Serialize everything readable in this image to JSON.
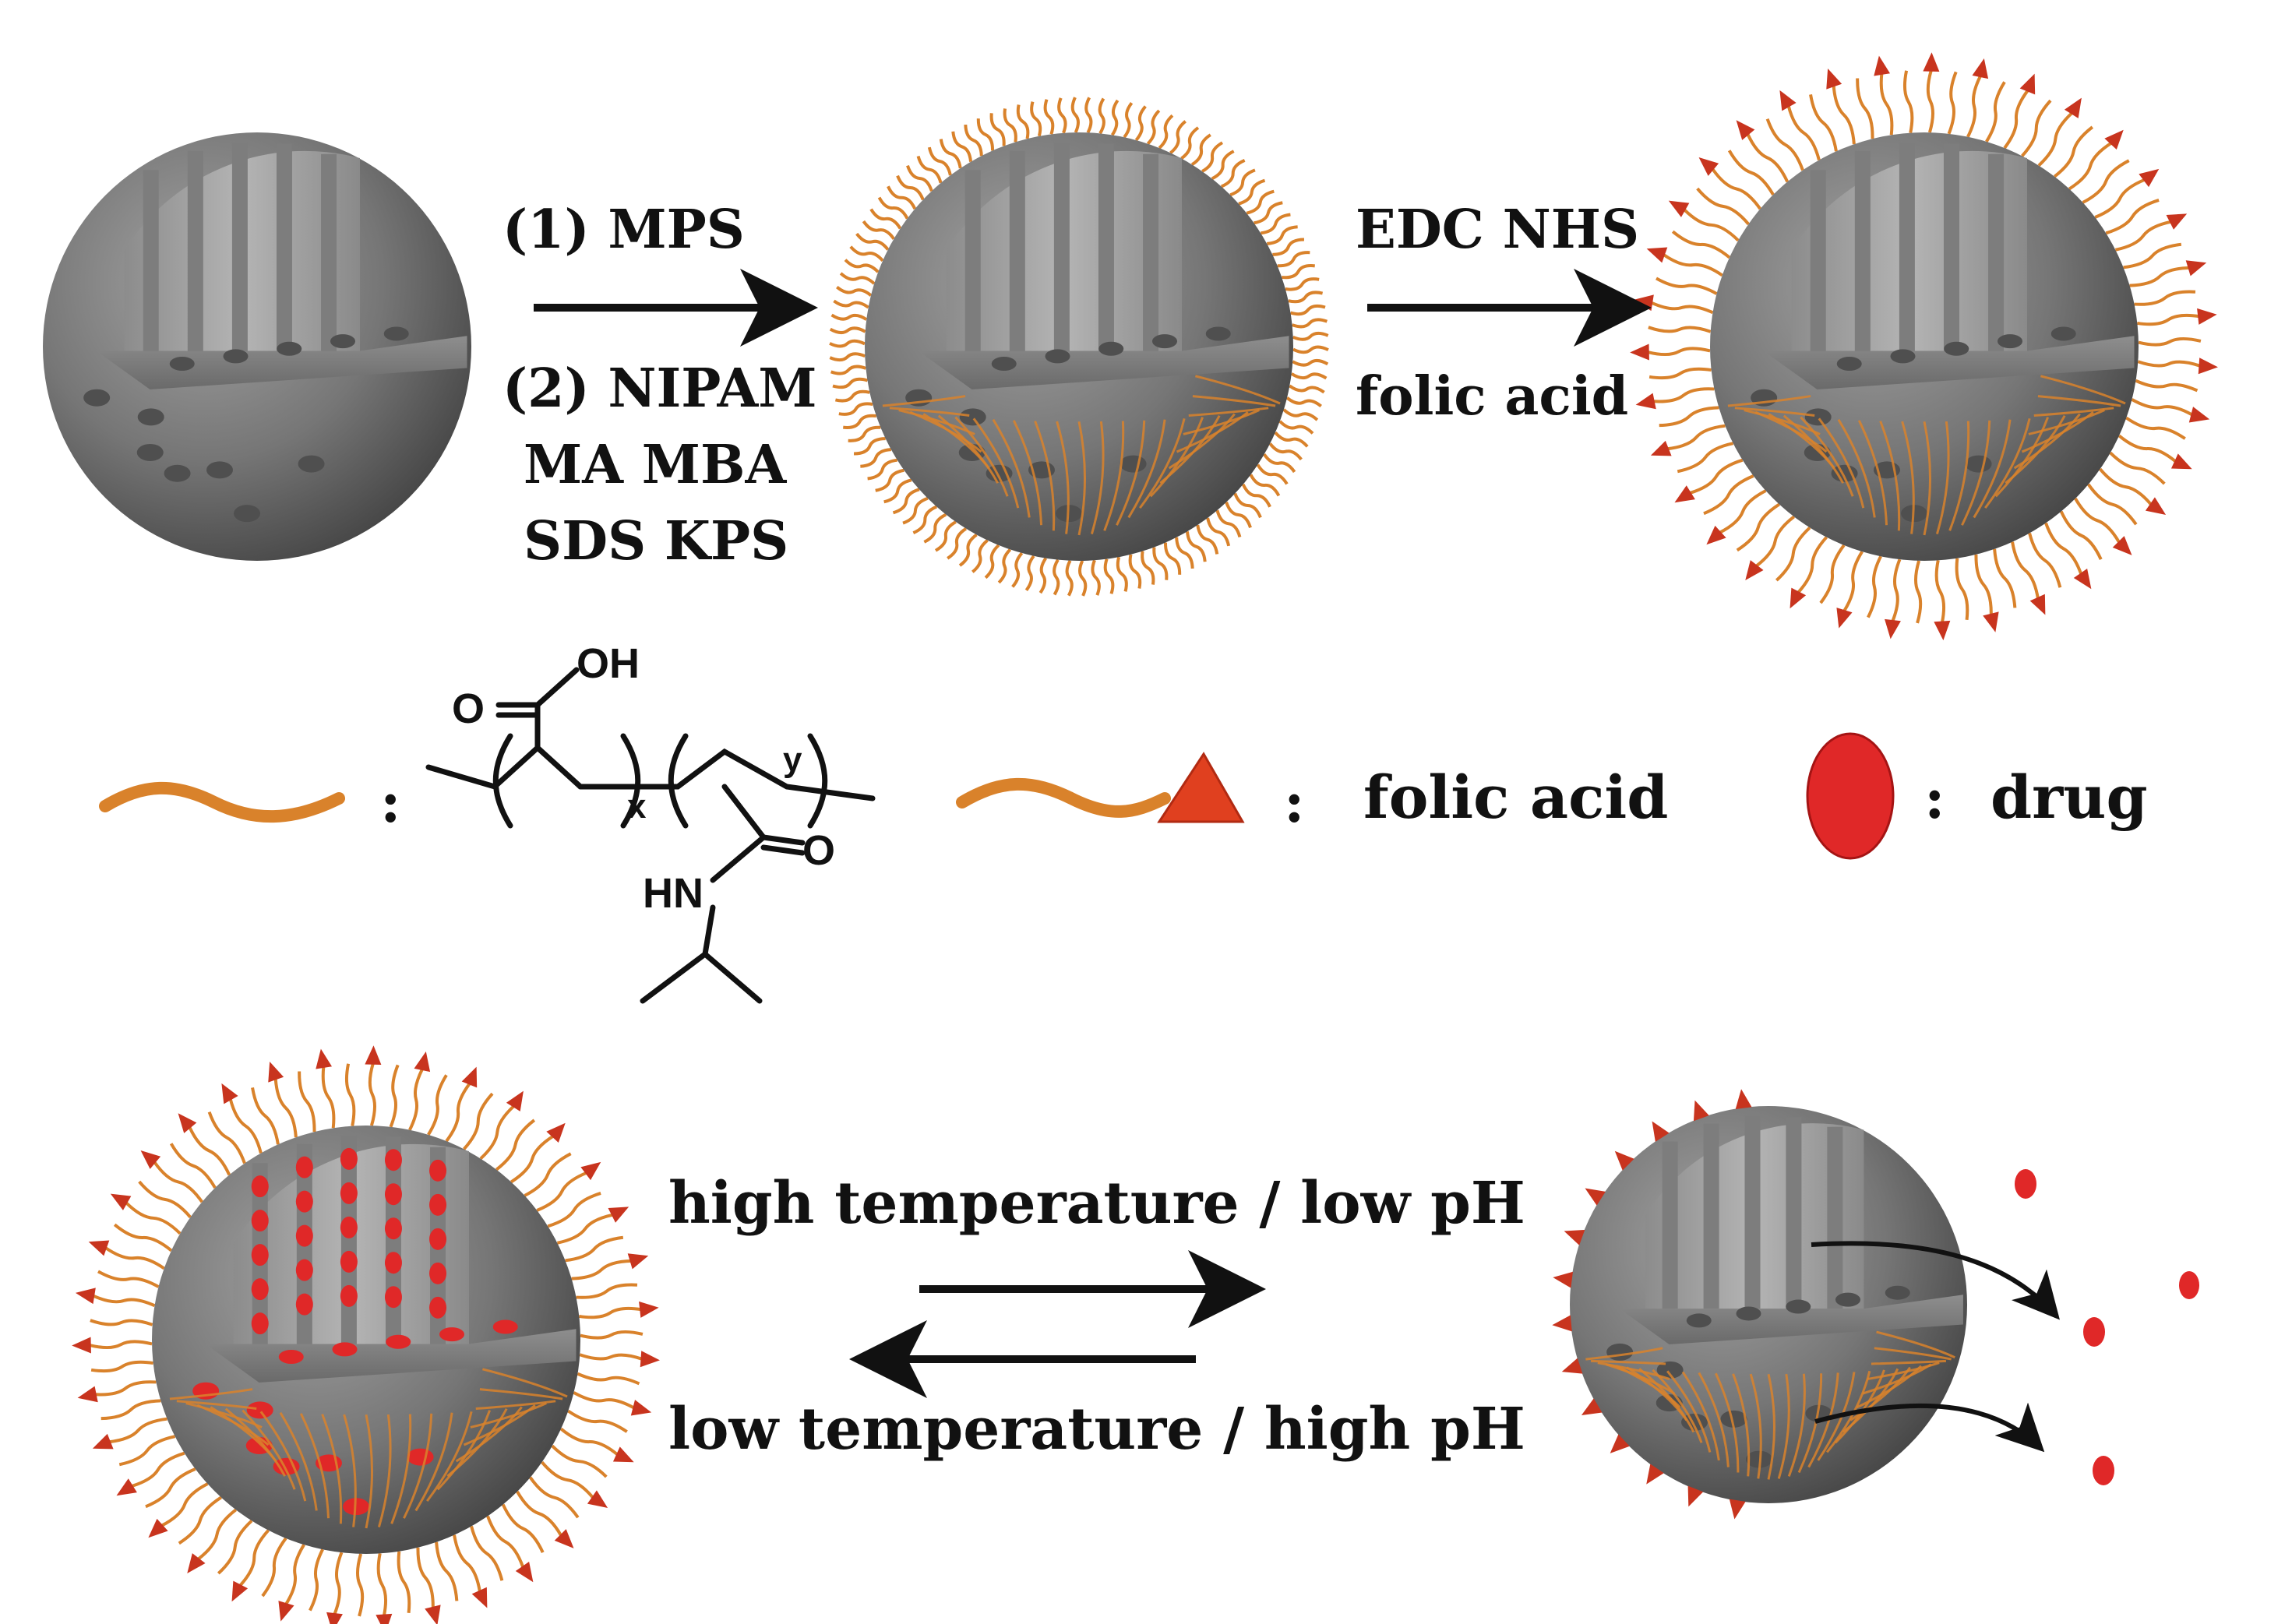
{
  "colors": {
    "shell": "#767676",
    "shell_dark": "#4f4f4f",
    "face": "#9a9a9a",
    "face_light": "#b9b9b9",
    "channel": "#7d7d7d",
    "polymer": "#d9822b",
    "folic": "#c8341e",
    "drug": "#e02828",
    "arrow": "#111111"
  },
  "step1": {
    "line1": "(1) MPS",
    "line2": "(2) NIPAM",
    "line3": "MA MBA",
    "line4": "SDS  KPS"
  },
  "step2": {
    "line1": "EDC NHS",
    "line2": "folic acid"
  },
  "legend": {
    "colon_polymer": ":",
    "colon_folic": ":",
    "folic_label": "folic acid",
    "colon_drug": ":",
    "drug_label": "drug"
  },
  "structure": {
    "oh": "OH",
    "o_left": "O",
    "x": "x",
    "y": "y",
    "o_right": "O",
    "hn": "HN"
  },
  "switch": {
    "forward": "high temperature / low pH",
    "reverse": "low temperature / high pH"
  },
  "icons": {
    "polymer": "wavy-polymer-icon",
    "folic": "folic-acid-chain-icon",
    "drug": "drug-ellipse-icon"
  }
}
